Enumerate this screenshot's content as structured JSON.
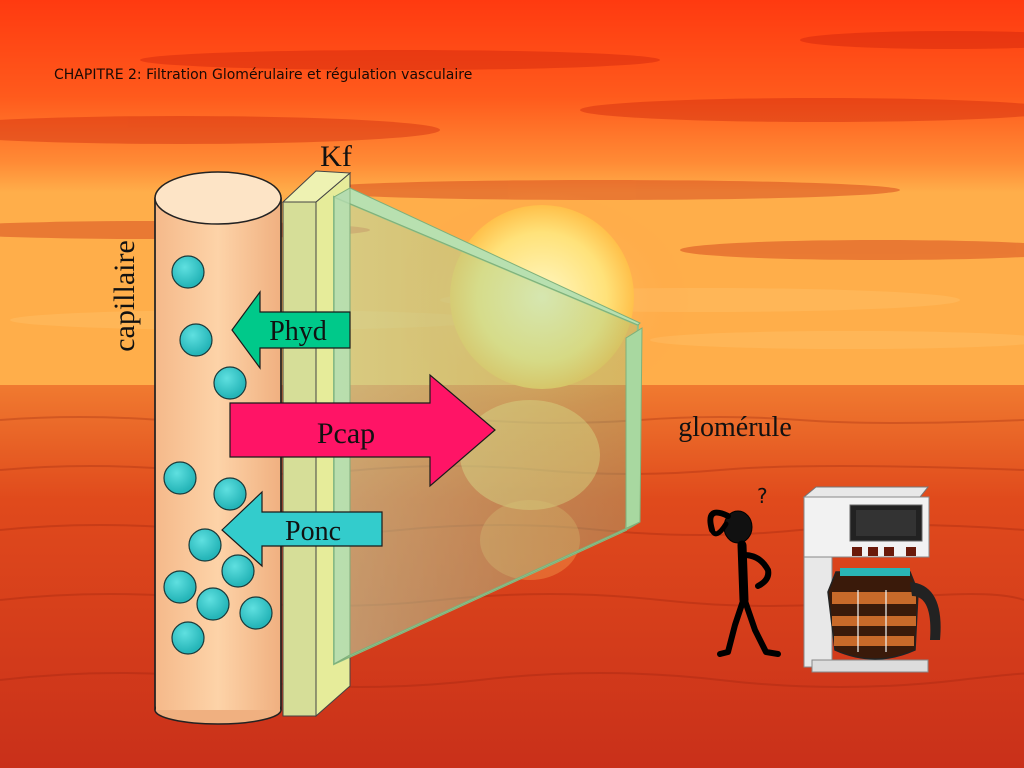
{
  "header": {
    "title": "CHAPITRE 2: Filtration Glomérulaire et régulation vasculaire"
  },
  "diagram": {
    "membrane_label": "Kf",
    "vessel_label": "capillaire",
    "target_label": "glomérule",
    "forces": [
      {
        "id": "phyd",
        "label": "Phyd",
        "direction": "left",
        "color": "#00c98a"
      },
      {
        "id": "pcap",
        "label": "Pcap",
        "direction": "right",
        "color": "#ff1466"
      },
      {
        "id": "ponc",
        "label": "Ponc",
        "direction": "left",
        "color": "#33cccc"
      }
    ],
    "confused_mark": "?"
  },
  "colors": {
    "sky_top": "#ff4a12",
    "sky_horizon": "#ffb347",
    "sea": "#e2451d",
    "capillary_fill": "#fccfa5",
    "particle": "#36c9cc",
    "membrane": "#d8e09a",
    "glass": "#9fcf9a"
  }
}
